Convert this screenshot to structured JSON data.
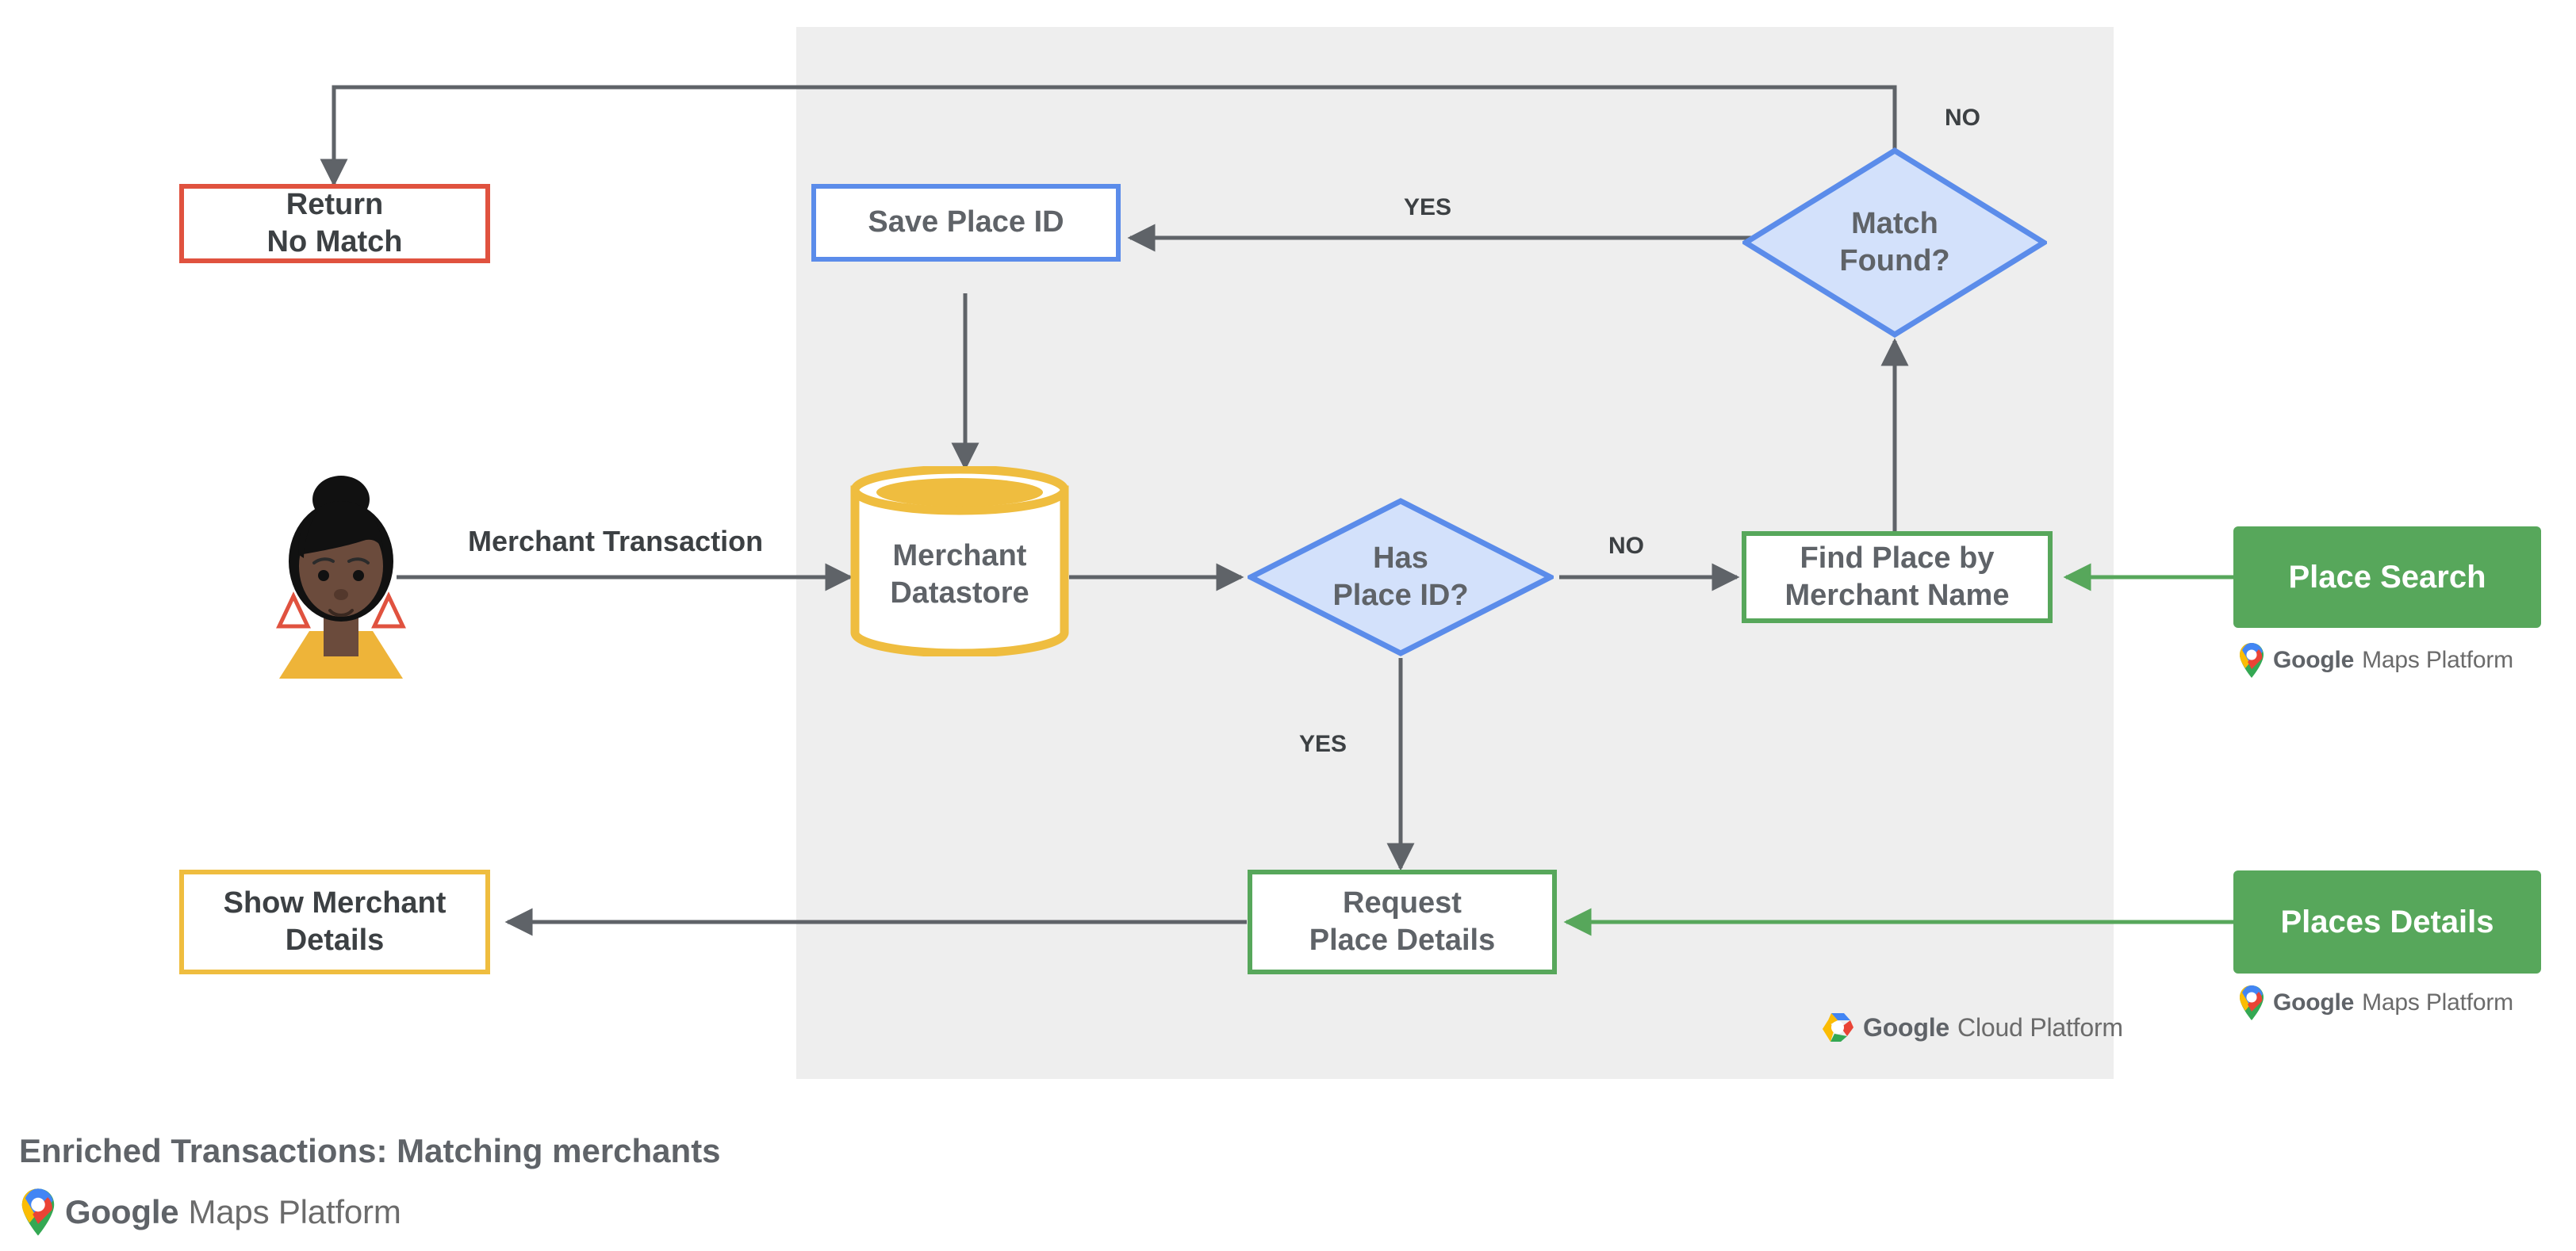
{
  "diagram": {
    "title": "Enriched Transactions: Matching merchants",
    "panel_label": "google-cloud-platform-panel",
    "colors": {
      "panel_bg": "#eeeeee",
      "red": "#e0523f",
      "blue": "#5b8cea",
      "blue_fill": "#d3e1fb",
      "green": "#57a75b",
      "yellow": "#efbd3f",
      "edge": "#5f6368",
      "text": "#5f6368"
    }
  },
  "nodes": {
    "return_no_match": {
      "label": "Return\nNo Match",
      "shape": "rectangle",
      "accent": "#e0523f"
    },
    "save_place_id": {
      "label": "Save Place ID",
      "shape": "rectangle",
      "accent": "#5b8cea"
    },
    "match_found": {
      "label": "Match\nFound?",
      "shape": "diamond",
      "accent": "#5b8cea"
    },
    "merchant_datastore": {
      "label": "Merchant\nDatastore",
      "shape": "cylinder",
      "accent": "#efbd3f"
    },
    "has_place_id": {
      "label": "Has\nPlace ID?",
      "shape": "diamond",
      "accent": "#5b8cea"
    },
    "find_place_by_merchant_name": {
      "label": "Find Place by\nMerchant Name",
      "shape": "rectangle",
      "accent": "#57a75b"
    },
    "request_place_details": {
      "label": "Request\nPlace Details",
      "shape": "rectangle",
      "accent": "#57a75b"
    },
    "show_merchant_details": {
      "label": "Show Merchant\nDetails",
      "shape": "rectangle",
      "accent": "#efbd3f"
    },
    "place_search": {
      "label": "Place Search",
      "shape": "chip",
      "accent": "#57a75b"
    },
    "places_details": {
      "label": "Places Details",
      "shape": "chip",
      "accent": "#57a75b"
    }
  },
  "edge_labels": {
    "merchant_transaction": "Merchant Transaction",
    "has_place_id_yes": "YES",
    "has_place_id_no": "NO",
    "match_found_yes": "YES",
    "match_found_no": "NO"
  },
  "logos": {
    "maps_platform_google": "Google",
    "maps_platform_rest": "Maps Platform",
    "cloud_platform_google": "Google",
    "cloud_platform_rest": "Cloud Platform"
  },
  "footer": {
    "title": "Enriched Transactions: Matching merchants",
    "logo_google": "Google",
    "logo_rest": "Maps Platform"
  }
}
